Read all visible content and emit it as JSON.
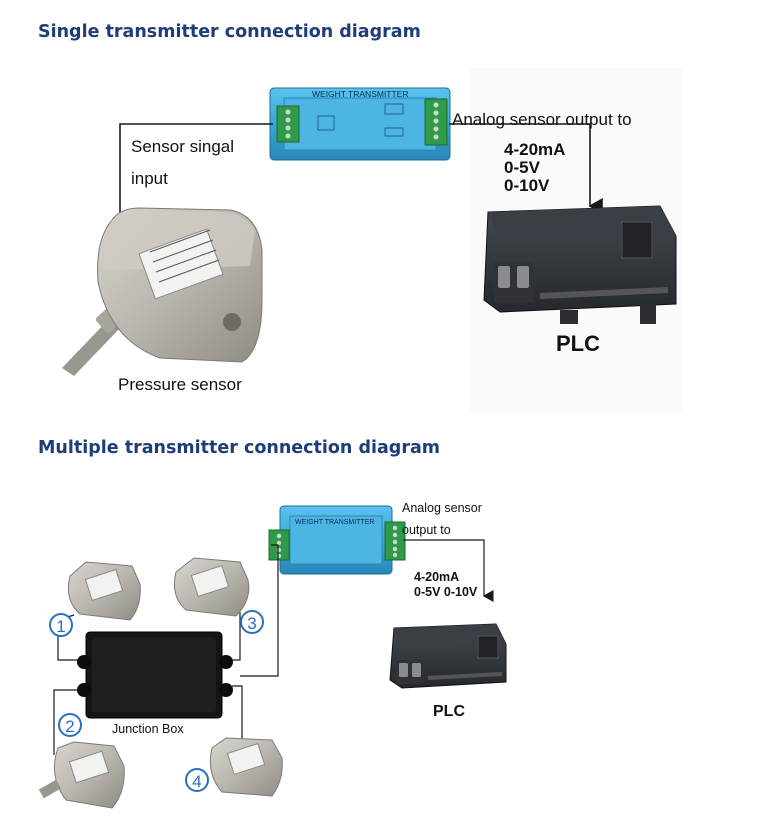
{
  "single": {
    "heading": "Single transmitter connection diagram",
    "transmitter_label": "WEIGHT  TRANSMITTER",
    "sensor_input_label_1": "Sensor singal",
    "sensor_input_label_2": "input",
    "output_label": "Analog sensor output to",
    "output_range_1": "4-20mA",
    "output_range_2": "0-5V",
    "output_range_3": "0-10V",
    "plc_label": "PLC",
    "sensor_label": "Pressure sensor"
  },
  "multiple": {
    "heading": "Multiple transmitter connection diagram",
    "transmitter_label": "WEIGHT  TRANSMITTER",
    "output_label_1": "Analog sensor",
    "output_label_2": "output to",
    "output_range_1": "4-20mA",
    "output_range_2": "0-5V  0-10V",
    "plc_label": "PLC",
    "junction_box_label": "Junction Box",
    "sensor_numbers": [
      "1",
      "2",
      "3",
      "4"
    ]
  },
  "colors": {
    "heading": "#1f3d78",
    "transmitter_body": "#3aa6d8",
    "terminal_green": "#2e9a4a",
    "plc_body": "#2b2f34",
    "sensor_metal": "#b9b6ae",
    "number_circle": "#2a6fc1"
  }
}
